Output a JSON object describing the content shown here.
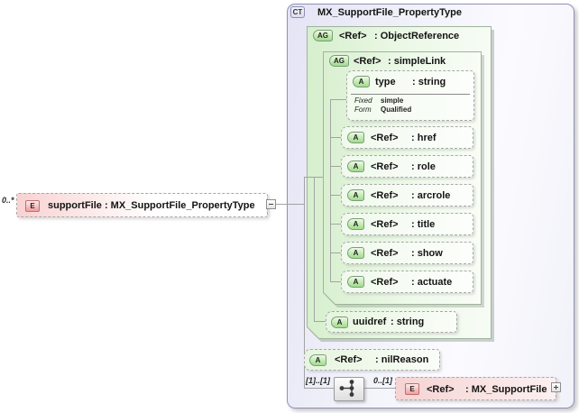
{
  "element": {
    "multiplicity": "0..*",
    "badge": "E",
    "label": "supportFile : MX_SupportFile_PropertyType"
  },
  "ct": {
    "badge": "CT",
    "title": "MX_SupportFile_PropertyType",
    "objectReference": {
      "badge": "AG",
      "name": "<Ref>",
      "type": ": ObjectReference",
      "simpleLink": {
        "badge": "AG",
        "name": "<Ref>",
        "type": ": simpleLink",
        "typeAttr": {
          "badge": "A",
          "name": "type",
          "type": ": string",
          "props": [
            {
              "label": "Fixed",
              "value": "simple"
            },
            {
              "label": "Form",
              "value": "Qualified"
            }
          ]
        },
        "attrs": [
          {
            "badge": "A",
            "name": "<Ref>",
            "type": ": href"
          },
          {
            "badge": "A",
            "name": "<Ref>",
            "type": ": role"
          },
          {
            "badge": "A",
            "name": "<Ref>",
            "type": ": arcrole"
          },
          {
            "badge": "A",
            "name": "<Ref>",
            "type": ": title"
          },
          {
            "badge": "A",
            "name": "<Ref>",
            "type": ": show"
          },
          {
            "badge": "A",
            "name": "<Ref>",
            "type": ": actuate"
          }
        ]
      },
      "uuidref": {
        "badge": "A",
        "name": "uuidref",
        "type": ": string"
      }
    },
    "nilReason": {
      "badge": "A",
      "name": "<Ref>",
      "type": ": nilReason"
    },
    "sequence": {
      "multiplicity": "[1]..[1]",
      "childMultiplicity": "0..[1]",
      "icon": "sequence-compositor",
      "element": {
        "badge": "E",
        "name": "<Ref>",
        "type": ": MX_SupportFile"
      }
    }
  },
  "colors": {
    "lavender_fill": "#e4e4f6",
    "ct_border": "#9191b4",
    "green_fill": "#d6efcd",
    "green_border": "#9eb49c",
    "badge_green": "#9fdc8a",
    "badge_pink": "#f29d9d",
    "pink_fill": "#f6d3d3",
    "connector": "#a3a3a3"
  }
}
